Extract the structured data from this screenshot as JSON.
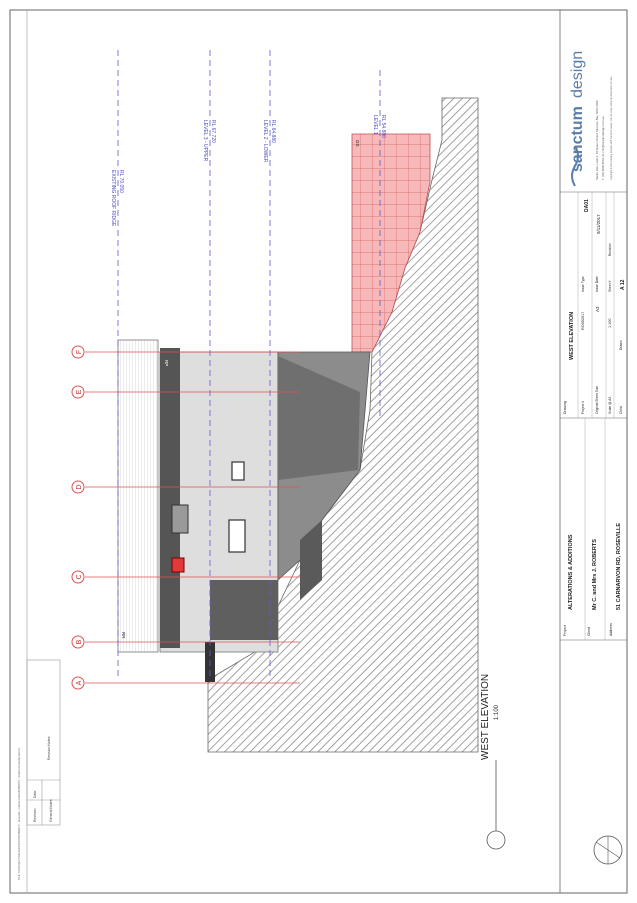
{
  "view": {
    "title": "WEST ELEVATION",
    "scale": "1:100"
  },
  "levels": [
    {
      "name": "EXISTING ROOF RIDGE",
      "rl": "RL 70.050"
    },
    {
      "name": "LEVEL 3 - UPPER",
      "rl": "RL 67.720"
    },
    {
      "name": "LEVEL 2 - LOWER",
      "rl": "RL 64.880"
    },
    {
      "name": "LEVEL 1",
      "rl": "RL 54.880"
    }
  ],
  "grid_labels": [
    "A",
    "B",
    "C",
    "D",
    "E",
    "F"
  ],
  "tags": {
    "roof": "RR",
    "wall": "RP",
    "upper": "GS"
  },
  "title_block": {
    "project_label": "Project",
    "project": "ALTERATIONS & ADDITIONS",
    "client_label": "Client",
    "client": "Mr C. and Mrs J. ROBERTS",
    "address_label": "Address",
    "address": "51 CARNARVON RD, ROSEVILLE",
    "drawing_label": "Drawing",
    "drawing": "WEST ELEVATION",
    "project_no_label": "Project #",
    "project_no": "RO092017",
    "issue_type_label": "Issue Type",
    "issue_type": "DA01",
    "sheet_size_label": "Original Sheet Size",
    "sheet_size": "A3",
    "issue_date_label": "Issue Date",
    "issue_date": "9/11/2017",
    "scale_label": "Scale @ A3",
    "scale": "1:100",
    "sheet_no_label": "Sheet #",
    "sheet_no": "A 12",
    "checked_label": "Chkd",
    "drawn_label": "Drawn",
    "revision_label": "Revision"
  },
  "notes": {
    "revision_label": "Revision",
    "date_label": "Date",
    "revision_notes_label": "Revision Notes",
    "general_notes_label": "General Notes",
    "file_path": "FILE: S:\\PROJECTS\\ALTERATIONS\\ROBERTS - Roseville - Carnarvon\\DA\\ROBERTS - Roberts Roseville DA2.rvt"
  },
  "brand": {
    "name_bold": "sanctum",
    "name_light": "design",
    "address": "Studio Five, Level 1, 81 Queen Street, Mosman Bay, NSW 2088",
    "contact": "T: (02) 9969 9044  |  E: info@sanctumdesign.com.au",
    "copyright": "Copyright in this drawing remains with sanctum design. Do not scale. Verify all dimensions on site.",
    "accent": "#5b7ea8"
  }
}
